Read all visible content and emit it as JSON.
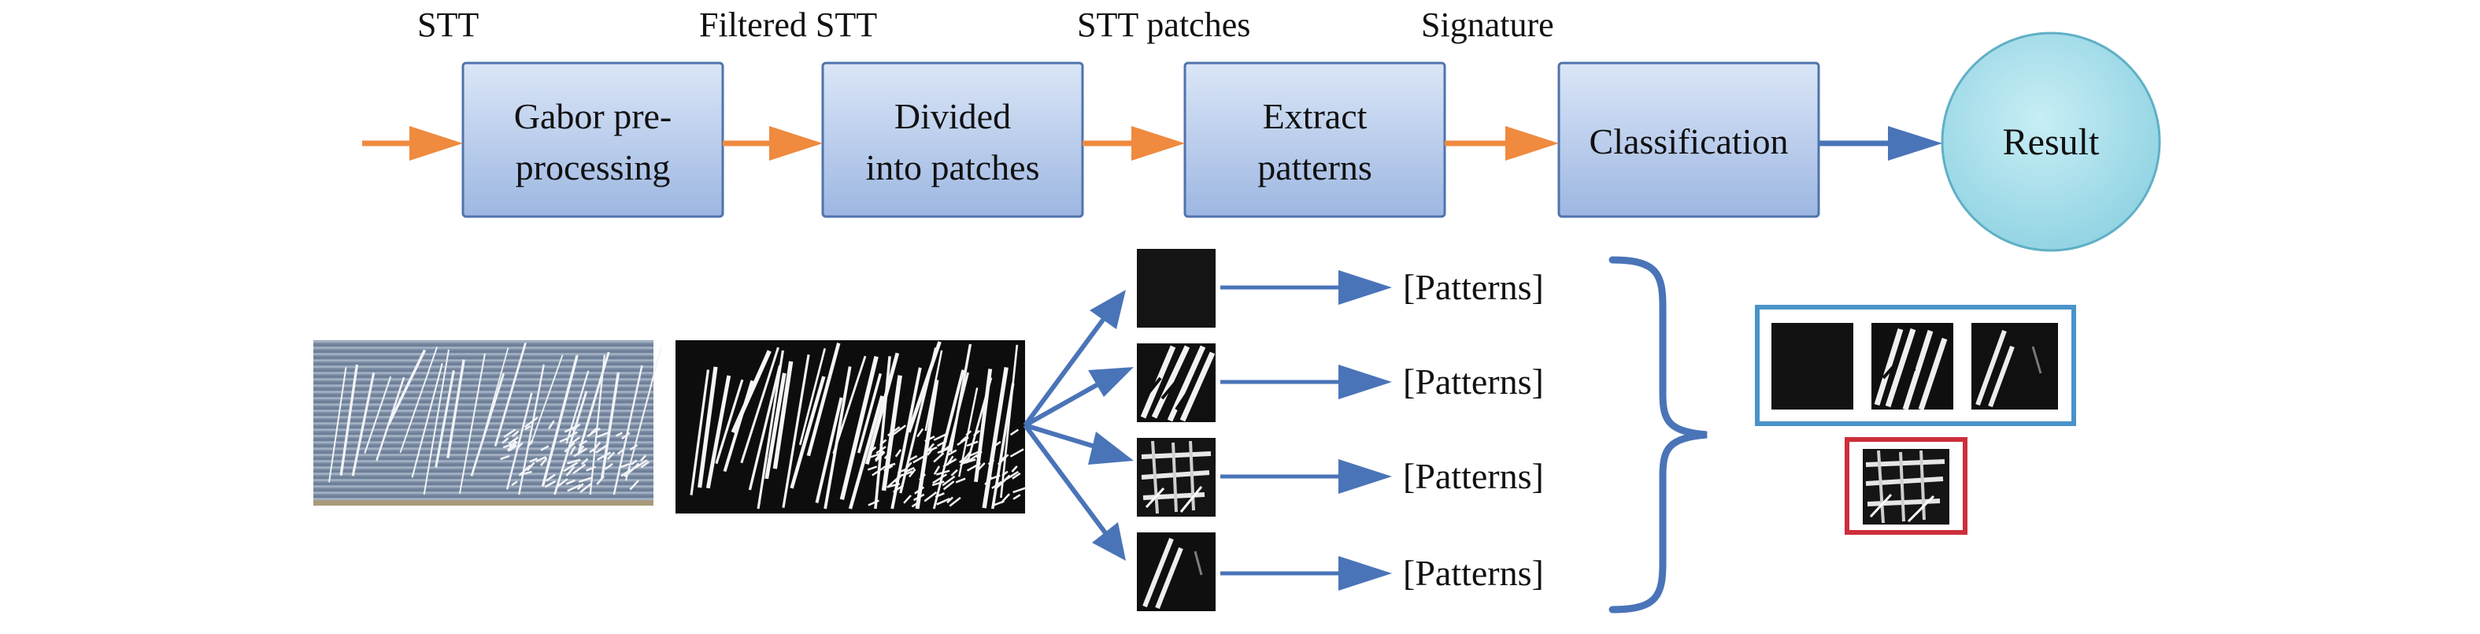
{
  "colors": {
    "box_fill_top": "#dbe6f7",
    "box_fill_bottom": "#9db7e2",
    "box_stroke": "#4f73ad",
    "orange_arrow": "#ef8a3f",
    "blue_arrow": "#4a74b8",
    "result_fill": "#9fd9e6",
    "result_stroke": "#5fb0c6",
    "bracket": "#4a74b8",
    "signature_frame": "#4a93c9",
    "result_frame": "#cc2e3b"
  },
  "stage_labels": {
    "stt": "STT",
    "filtered_stt": "Filtered STT",
    "stt_patches": "STT patches",
    "signature": "Signature"
  },
  "steps": {
    "gabor": {
      "line1": "Gabor pre-",
      "line2": "processing"
    },
    "divided": {
      "line1": "Divided",
      "line2": "into patches"
    },
    "extract": {
      "line1": "Extract",
      "line2": "patterns"
    },
    "classification": {
      "line1": "Classification"
    },
    "result": {
      "line1": "Result"
    }
  },
  "patterns": [
    "[Patterns]",
    "[Patterns]",
    "[Patterns]",
    "[Patterns]"
  ],
  "icons": {
    "stt_image": "raw-stt-image-icon",
    "filtered_image": "filtered-stt-image-icon",
    "patch_thumbnails": "patch-thumbnail-icon",
    "signature_group": "signature-thumbnails-icon",
    "result_patch": "result-patch-icon"
  }
}
